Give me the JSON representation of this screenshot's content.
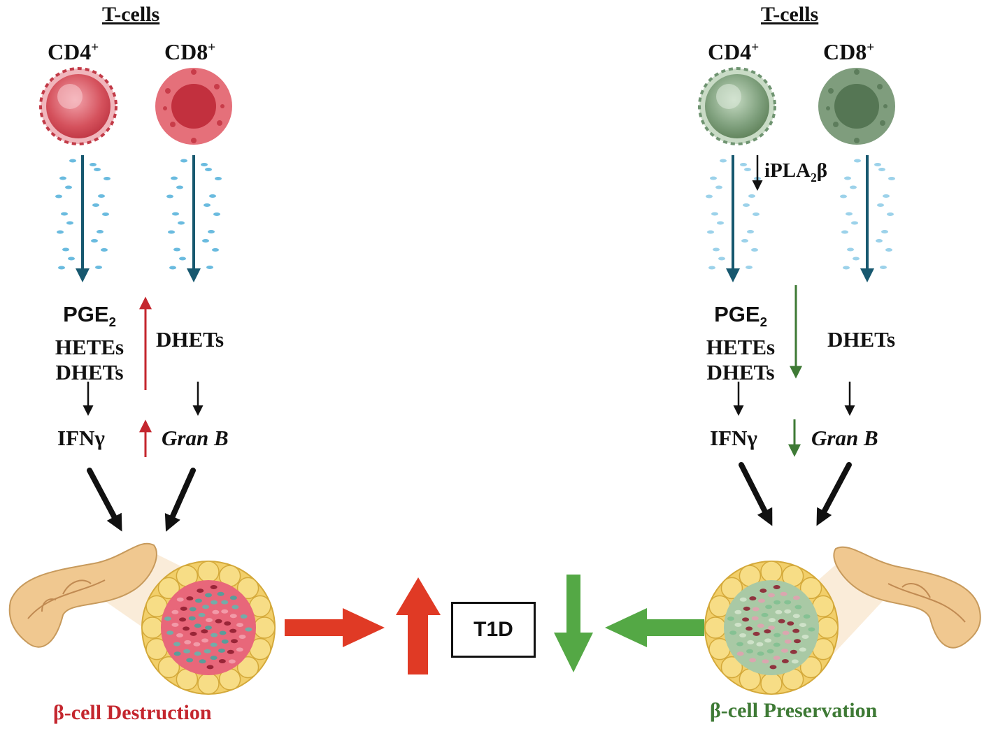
{
  "left": {
    "heading": "T-cells",
    "cd4": {
      "base": "CD4",
      "sup": "+"
    },
    "cd8": {
      "base": "CD8",
      "sup": "+"
    },
    "cd4_products": {
      "pge": "PGE",
      "pge_sub": "2",
      "hetes": "HETEs",
      "dhets": "DHETs"
    },
    "cd8_products": "DHETs",
    "cd4_cytokine": "IFNγ",
    "cd8_effector": "Gran B",
    "outcome": "β-cell Destruction",
    "outcome_color": "#c4262e",
    "cell_color": "#d7545f"
  },
  "right": {
    "heading": "T-cells",
    "cd4": {
      "base": "CD4",
      "sup": "+"
    },
    "cd8": {
      "base": "CD8",
      "sup": "+"
    },
    "modulator": {
      "base": "iPLA",
      "sub": "2",
      "suffix": "β"
    },
    "cd4_products": {
      "pge": "PGE",
      "pge_sub": "2",
      "hetes": "HETEs",
      "dhets": "DHETs"
    },
    "cd8_products": "DHETs",
    "cd4_cytokine": "IFNγ",
    "cd8_effector": "Gran B",
    "outcome": "β-cell Preservation",
    "outcome_color": "#3e7a35",
    "cell_color": "#6f9471"
  },
  "center": {
    "disease": "T1D"
  },
  "colors": {
    "up_arrow": "#e03a25",
    "down_arrow": "#54a845",
    "secretion_arrow": "#17586f",
    "secretion_dots": "#5ab4dc",
    "pancreas": "#f0c890",
    "islet_outer": "#f2cf6a"
  }
}
